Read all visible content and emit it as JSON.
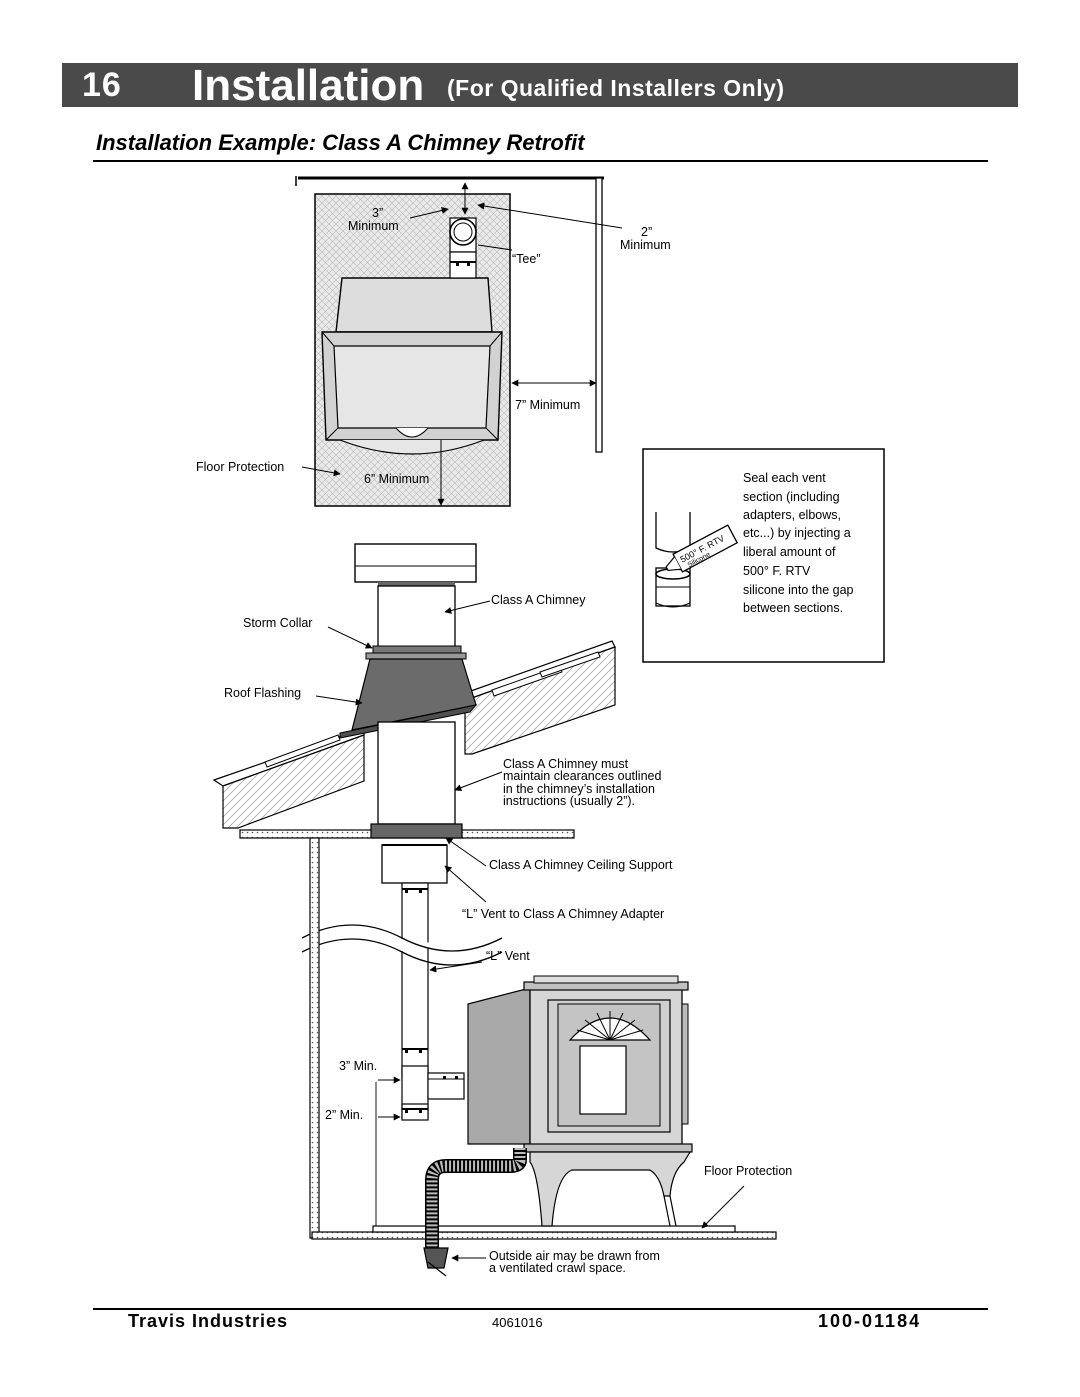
{
  "header": {
    "page_number": "16",
    "title": "Installation",
    "subtitle": "(For Qualified Installers Only)"
  },
  "section_title": "Installation Example: Class A Chimney Retrofit",
  "labels": {
    "clear_3_top": "3”",
    "minimum_a": "Minimum",
    "clear_2_top": "2”",
    "minimum_b": "Minimum",
    "tee": "“Tee”",
    "seven_min": "7” Minimum",
    "floor_protection_top": "Floor Protection",
    "six_min": "6” Minimum",
    "class_a_chimney": "Class A Chimney",
    "storm_collar": "Storm Collar",
    "roof_flashing": "Roof Flashing",
    "clearance_note_1": "Class A Chimney must",
    "clearance_note_2": "maintain clearances outlined",
    "clearance_note_3": "in the chimney’s installation",
    "clearance_note_4": "instructions (usually 2”).",
    "ceiling_support": "Class A Chimney Ceiling Support",
    "adapter": "“L” Vent to Class A Chimney Adapter",
    "l_vent": "“L” Vent",
    "three_min": "3” Min.",
    "two_min": "2” Min.",
    "floor_protection_bottom": "Floor Protection",
    "outside_air_1": "Outside air may be drawn from",
    "outside_air_2": "a ventilated crawl space."
  },
  "inset": {
    "tube_text_1": "500° F. RTV",
    "tube_text_2": "Silicone",
    "note_lines": [
      "Seal each vent",
      "section (including",
      "adapters, elbows,",
      "etc...) by injecting a",
      "liberal amount of",
      "500° F. RTV",
      "silicone into the gap",
      "between sections."
    ]
  },
  "footer": {
    "company": "Travis Industries",
    "doc_code": "4061016",
    "part_number": "100-01184"
  }
}
